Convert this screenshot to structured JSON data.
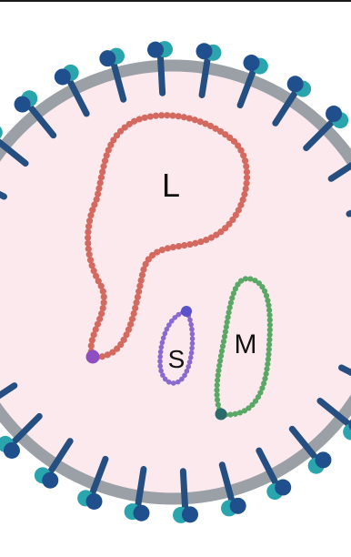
{
  "diagram": {
    "segments": [
      {
        "label": "L",
        "color": "#d46a5f",
        "end_color": "#8f4fc0"
      },
      {
        "label": "S",
        "color": "#8a6ad0",
        "end_color": "#5b51c9"
      },
      {
        "label": "M",
        "color": "#5aa866",
        "end_color": "#2b6b6b"
      }
    ],
    "colors": {
      "interior": "#fbe9ee",
      "membrane": "#9aa0a6",
      "spike_stem": "#244f80",
      "spike_head_dark": "#1f4f8c",
      "spike_head_light": "#2aa5ad"
    }
  }
}
